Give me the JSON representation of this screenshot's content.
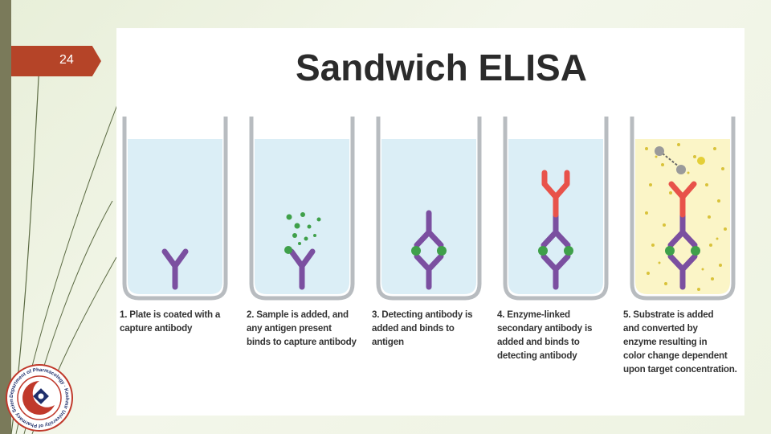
{
  "slide": {
    "number": "24"
  },
  "diagram": {
    "title": "Sandwich ELISA",
    "steps": [
      {
        "caption_lines": [
          "1. Plate is coated with a",
          "capture antibody"
        ]
      },
      {
        "caption_lines": [
          "2. Sample is added, and",
          "any antigen present",
          "binds to capture antibody"
        ]
      },
      {
        "caption_lines": [
          "3. Detecting antibody is",
          "added and binds to",
          "antigen"
        ]
      },
      {
        "caption_lines": [
          "4. Enzyme-linked",
          "secondary antibody is",
          "added and binds to",
          "detecting antibody"
        ]
      },
      {
        "caption_lines": [
          "5. Substrate is added",
          "and converted by",
          "enzyme resulting in",
          "color change dependent",
          "upon target concentration."
        ]
      }
    ]
  },
  "colors": {
    "accent": "#b54428",
    "antibody_purple": "#7b4fa0",
    "antigen_green": "#3fa04a",
    "enzyme_red": "#e8524a",
    "well_fluid": "#dbeef6",
    "substrate_fluid": "#fbf5c7"
  },
  "logo": {
    "ring_text": "Department of Pharmacology · Kashmir University of Pharmacy Sciences"
  }
}
